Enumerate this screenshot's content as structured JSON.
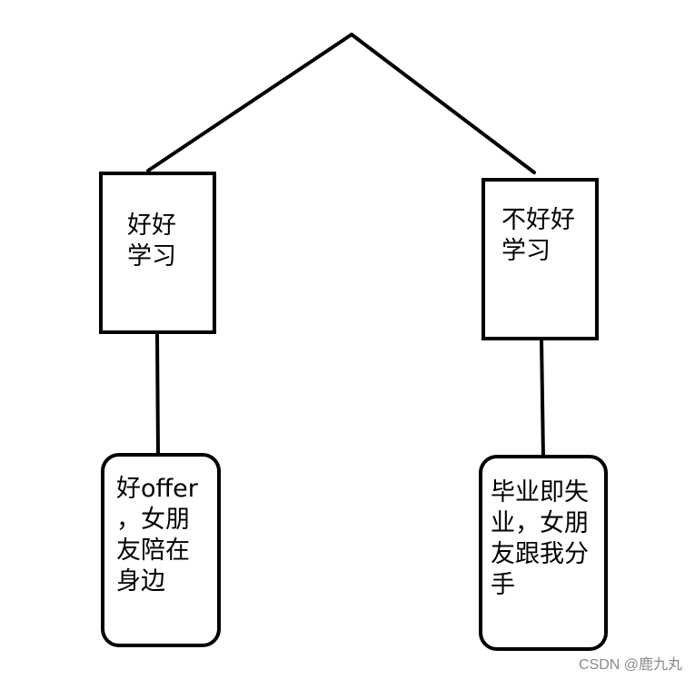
{
  "nodes": {
    "left_box": {
      "text": "好好\n学习"
    },
    "right_box": {
      "text": "不好好\n学习"
    },
    "left_leaf": {
      "text": "好offer\n，女朋\n友陪在\n身边"
    },
    "right_leaf": {
      "text": "毕业即失\n业，女朋\n友跟我分\n手"
    }
  },
  "watermark": "CSDN @鹿九丸",
  "colors": {
    "stroke": "#000000",
    "background": "#ffffff",
    "watermark": "#8a8a8a"
  }
}
